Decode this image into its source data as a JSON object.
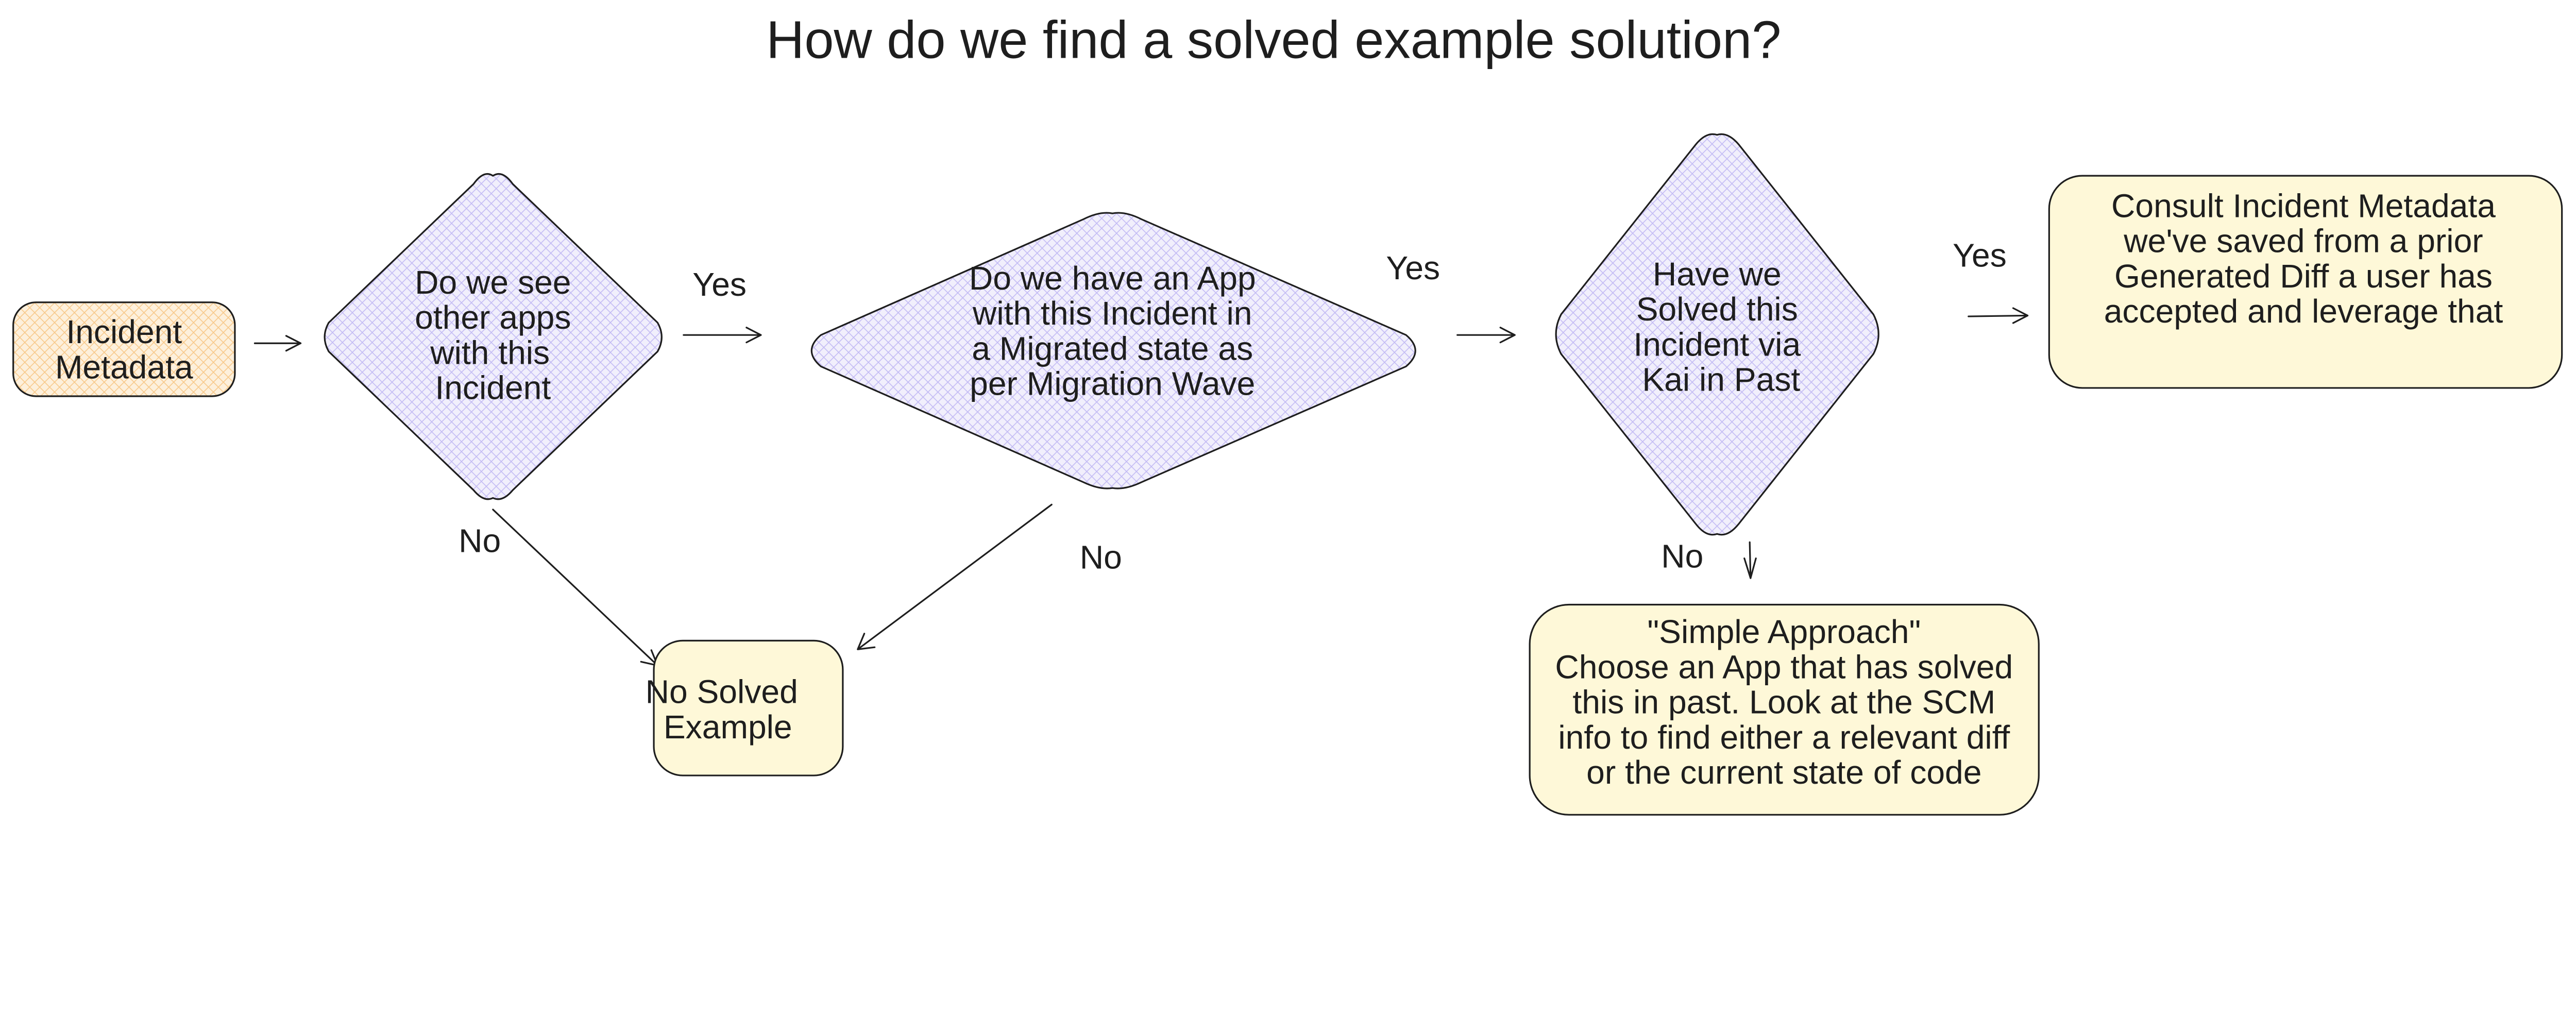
{
  "title": "How do we find a solved example solution?",
  "colors": {
    "start_fill": "#fde8c8",
    "start_hatch": "#f8c98a",
    "decision_fill": "#ebe8fb",
    "decision_hatch": "#b9b0f2",
    "result_fill": "#fef8d8",
    "stroke": "#1e1e1e"
  },
  "nodes": {
    "start": {
      "lines": [
        "Incident",
        "Metadata"
      ]
    },
    "decision1": {
      "lines": [
        "Do we see",
        "other apps",
        "with this",
        "Incident"
      ]
    },
    "decision2": {
      "lines": [
        "Do we have an App",
        "with this Incident in",
        "a Migrated state as",
        "per Migration Wave"
      ]
    },
    "decision3": {
      "lines": [
        "Have we",
        "Solved this",
        "Incident via",
        "Kai in Past"
      ]
    },
    "consult": {
      "lines": [
        "Consult Incident Metadata",
        "we've saved from a prior",
        "Generated Diff a user has",
        "accepted and leverage that"
      ]
    },
    "no_solved": {
      "lines": [
        "No Solved",
        "Example"
      ]
    },
    "simple": {
      "lines": [
        "\"Simple Approach\"",
        "Choose an App that has solved",
        "this in past.  Look at the SCM",
        "info to find either a relevant diff",
        "or the current state of code"
      ]
    }
  },
  "edges": {
    "d1_yes": "Yes",
    "d2_yes": "Yes",
    "d3_yes": "Yes",
    "d1_no": "No",
    "d2_no": "No",
    "d3_no": "No"
  }
}
